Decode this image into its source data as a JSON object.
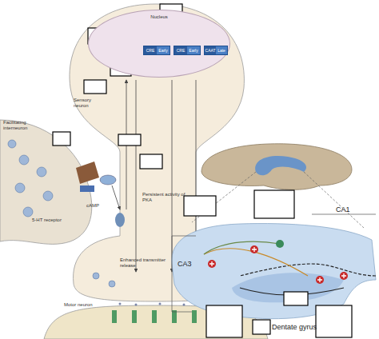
{
  "diagram": {
    "nodes": [
      {
        "text": [
          "Nucleus"
        ]
      },
      {
        "text": [
          "CRE",
          "Early"
        ],
        "in": 0
      },
      {
        "text": [
          "CRE",
          "Early"
        ],
        "in": 0
      },
      {
        "text": [
          "CAAT",
          "Late"
        ],
        "in": 0
      }
    ],
    "labels": [
      "Sensory neuron",
      "Facilitating interneuron",
      "5-HT receptor",
      "cAMP",
      "Persistent activity of PKA",
      "Enhanced transmitter release",
      "Motor neuron",
      "CA1",
      "CA3",
      "Dentate gyrus"
    ]
  }
}
